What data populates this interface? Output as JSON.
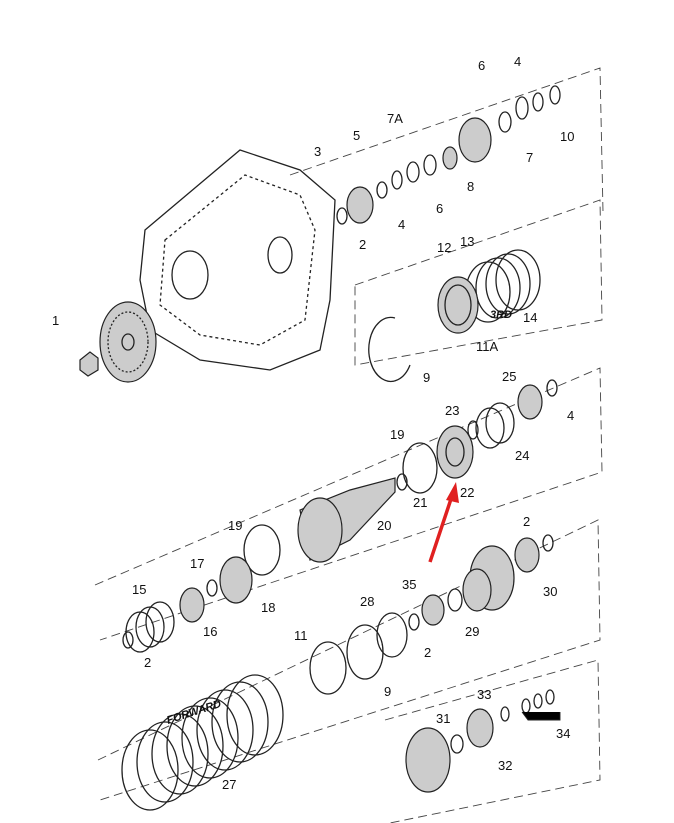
{
  "diagram": {
    "type": "exploded-parts-diagram",
    "arrow_color": "#e02020",
    "callouts": [
      "4",
      "6",
      "7A",
      "10",
      "5",
      "3",
      "7",
      "8",
      "4",
      "6",
      "2",
      "13",
      "12",
      "3RD",
      "14",
      "11A",
      "9",
      "1",
      "25",
      "4",
      "23",
      "19",
      "24",
      "21",
      "22",
      "20",
      "19",
      "17",
      "18",
      "15",
      "16",
      "2",
      "2",
      "30",
      "35",
      "28",
      "29",
      "2",
      "11",
      "9",
      "33",
      "31",
      "34",
      "32",
      "27",
      "FORWARD"
    ]
  }
}
